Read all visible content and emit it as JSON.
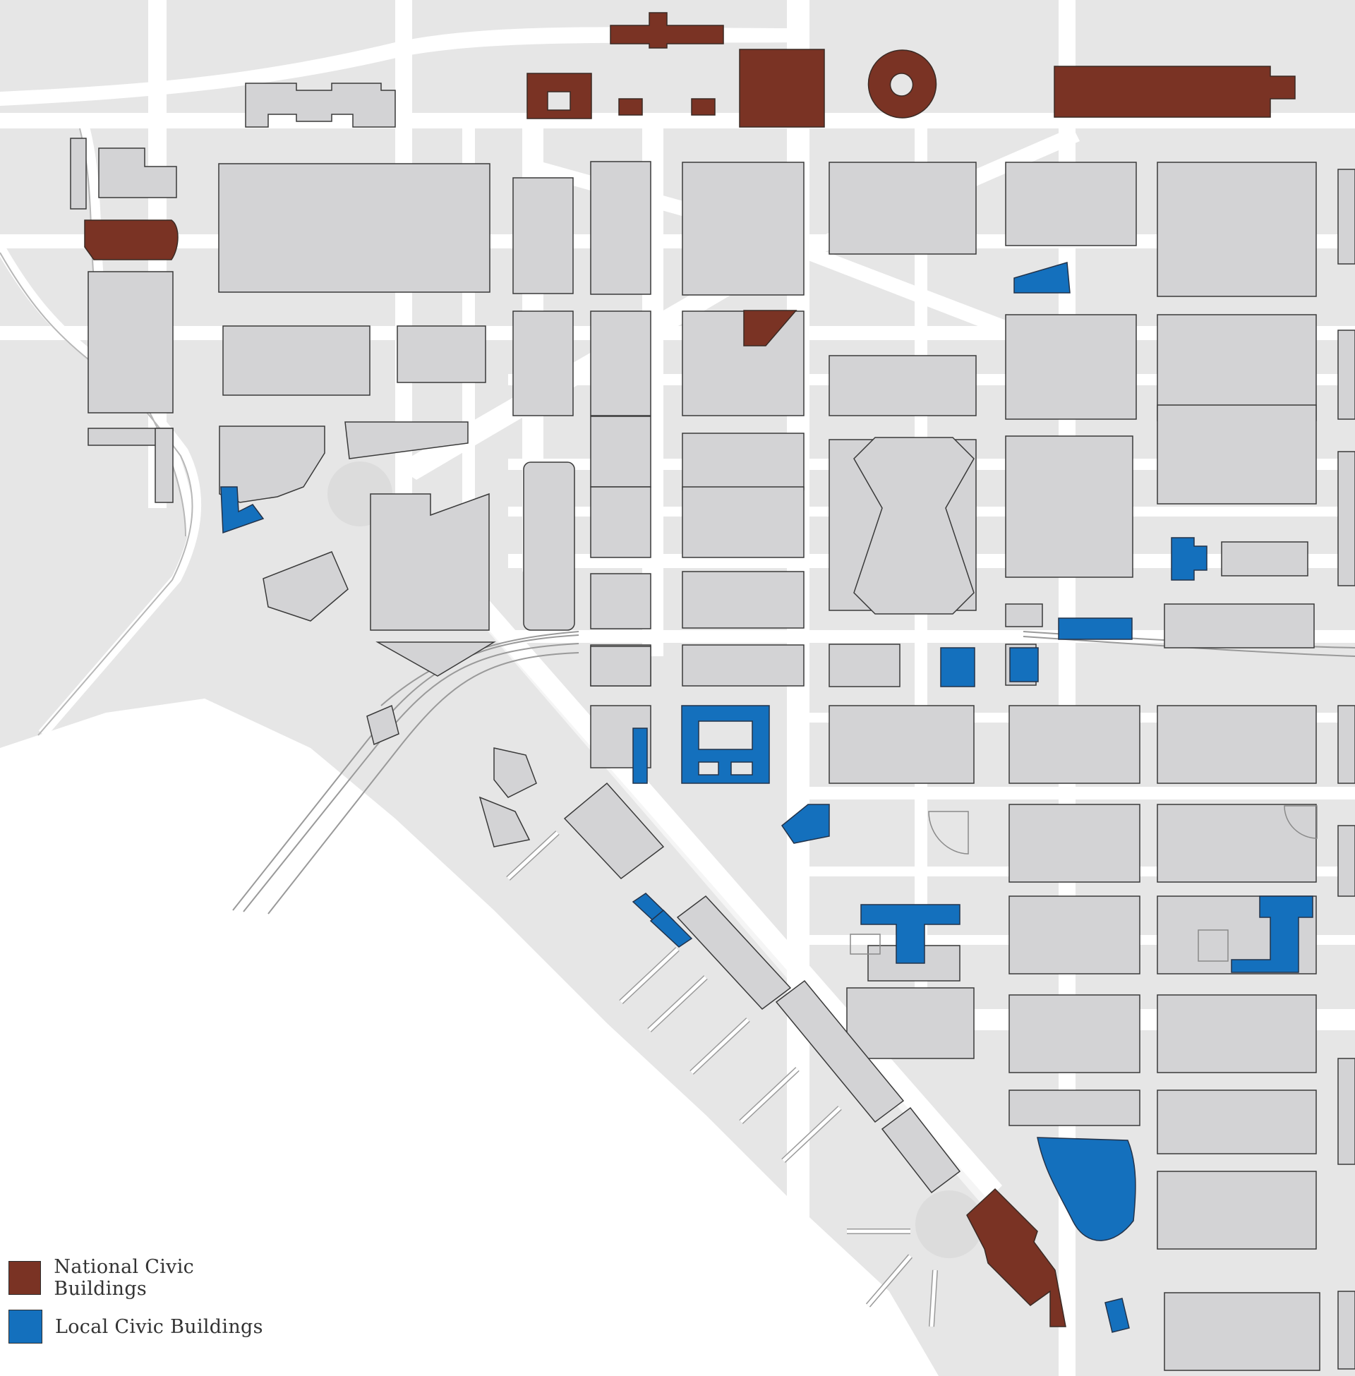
{
  "colors": {
    "land": "#e6e6e6",
    "block": "#ebebeb",
    "building": "#d3d3d5",
    "building_stroke": "#3a3a3a",
    "street": "#ffffff",
    "water": "#ffffff",
    "rail": "#9a9a9a",
    "national_civic": "#7a3324",
    "local_civic": "#1470bd"
  },
  "legend": {
    "items": [
      {
        "id": "national",
        "label": "National Civic Buildings",
        "color": "#7a3324"
      },
      {
        "id": "local",
        "label": "Local Civic Buildings",
        "color": "#1470bd"
      }
    ]
  },
  "icons": {
    "national_swatch": "national-civic-swatch",
    "local_swatch": "local-civic-swatch"
  }
}
